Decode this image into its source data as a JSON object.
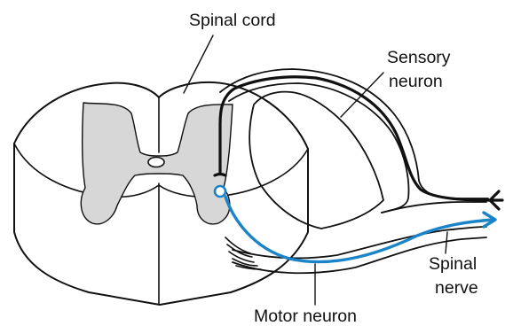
{
  "labels": {
    "spinal_cord": "Spinal cord",
    "sensory_neuron_line1": "Sensory",
    "sensory_neuron_line2": "neuron",
    "spinal_nerve_line1": "Spinal",
    "spinal_nerve_line2": "nerve",
    "motor_neuron": "Motor neuron"
  },
  "colors": {
    "motor_neuron": "#1b84c8",
    "sensory_neuron": "#111111",
    "grey_matter": "#d7d7d7",
    "outline": "#111111",
    "background": "#ffffff"
  }
}
